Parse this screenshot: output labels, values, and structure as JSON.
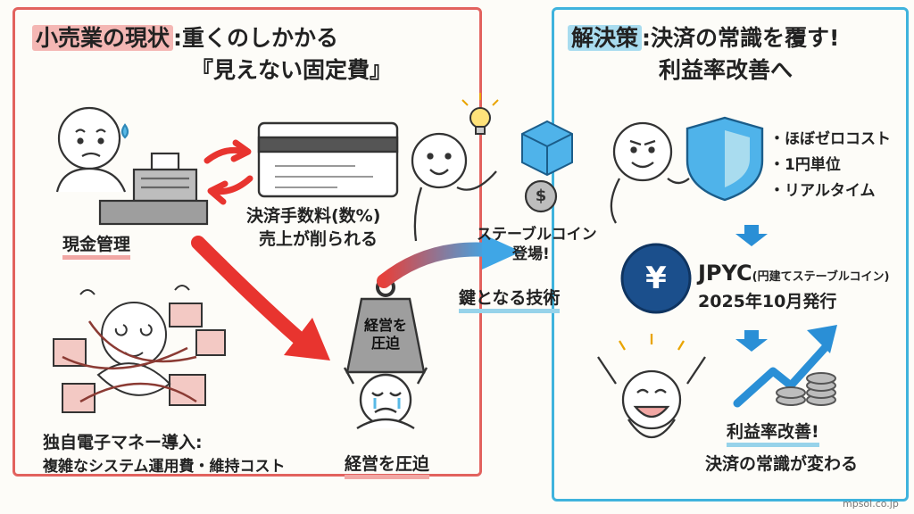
{
  "left": {
    "title_highlight": "小売業の現状",
    "title_rest": ":重くのしかかる",
    "title_line2": "『見えない固定費』",
    "card_fee_line1": "決済手数料(数%)",
    "card_fee_line2": "売上が削られる",
    "cash_label": "現金管理",
    "emoney_line1": "独自電子マネー導入:",
    "emoney_line2": "複雑なシステム運用費・維持コスト",
    "weight_text_line1": "経営を",
    "weight_text_line2": "圧迫",
    "pressure_label": "経営を圧迫"
  },
  "middle": {
    "stablecoin_line1": "ステーブルコイン",
    "stablecoin_line2": "登場!",
    "key_tech": "鍵となる技術",
    "coin_symbol": "$"
  },
  "right": {
    "title_highlight": "解決策",
    "title_rest": ":決済の常識を覆す!",
    "title_line2": "利益率改善へ",
    "bullets": [
      "・ほぼゼロコスト",
      "・1円単位",
      "・リアルタイム"
    ],
    "coin_symbol": "¥",
    "jpyc_name": "JPYC",
    "jpyc_sub": "(円建てステーブルコイン)",
    "jpyc_issue": "2025年10月発行",
    "result_line1": "利益率改善!",
    "result_line2": "決済の常識が変わる"
  },
  "footer": {
    "watermark": "mpsol.co.jp"
  },
  "colors": {
    "left_border": "#e2625e",
    "right_border": "#3fb3dd",
    "red_highlight": "#f4b7b4",
    "blue_highlight": "#a9dcef",
    "arrow_red": "#e8342f",
    "arrow_blue": "#2a8fd6"
  }
}
